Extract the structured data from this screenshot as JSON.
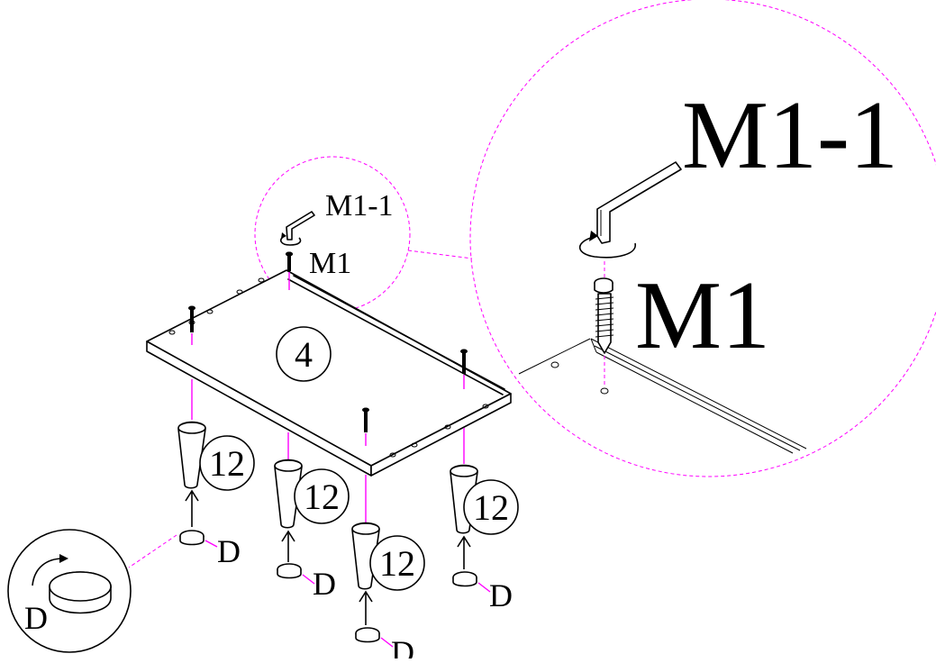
{
  "labels": {
    "board_part": "4",
    "screw_small": "M1",
    "key_small": "M1-1",
    "screw_large": "M1",
    "key_large": "M1-1",
    "leg_part": "12",
    "glide": "D"
  },
  "colors": {
    "leader_lines": "#ff00ff",
    "outline": "#000000",
    "background": "#ffffff"
  },
  "icons": {
    "screw": "screw-icon",
    "allen_key": "allen-key-icon",
    "leg": "tapered-leg-icon",
    "glide": "glide-disc-icon",
    "rotation": "rotation-arrow-icon"
  }
}
